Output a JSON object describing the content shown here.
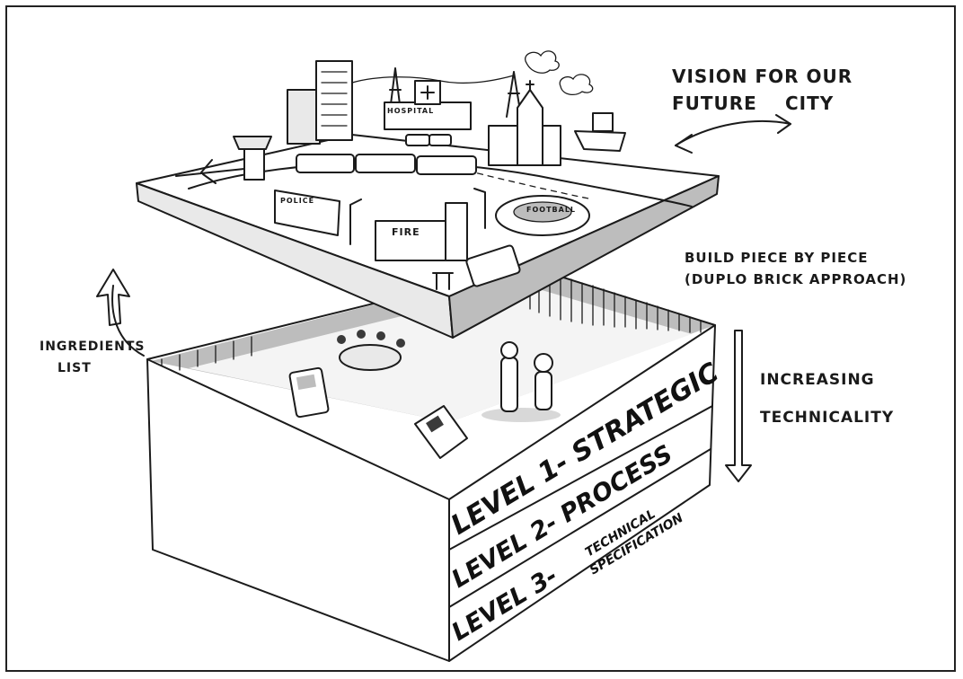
{
  "annotations": {
    "vision_line1": "VISION FOR OUR",
    "vision_line2a": "FUTURE",
    "vision_line2b": "CITY",
    "build_line1": "BUILD PIECE BY PIECE",
    "build_line2": "(DUPLO BRICK APPROACH)",
    "increasing_line1": "INCREASING",
    "increasing_line2": "TECHNICALITY",
    "ingredients_line1": "INGREDIENTS",
    "ingredients_line2": "LIST"
  },
  "levels": {
    "level1": "LEVEL 1- STRATEGIC",
    "level2": "LEVEL 2- PROCESS",
    "level3_a": "LEVEL 3-",
    "level3_b": "TECHNICAL",
    "level3_c": "SPECIFICATION"
  },
  "signs": {
    "hospital": "HOSPITAL",
    "police": "POLICE",
    "fire": "FIRE",
    "football": "FOOTBALL"
  }
}
